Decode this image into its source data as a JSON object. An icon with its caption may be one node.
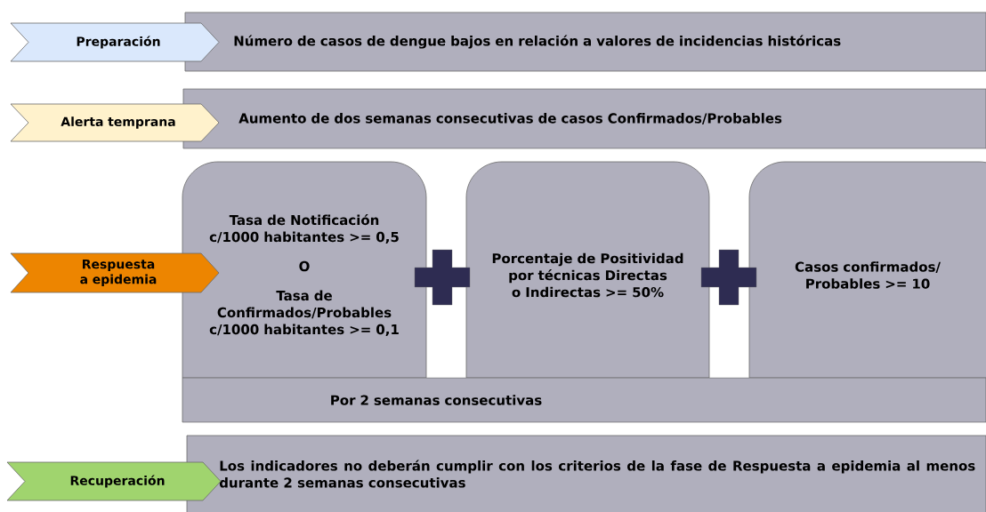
{
  "diagram": {
    "nodes": [
      {
        "text": [
          "Preparación"
        ]
      },
      {
        "text": [
          "Número de casos de dengue bajos en relación a valores de incidencias históricas"
        ]
      },
      {
        "text": [
          "Alerta temprana"
        ]
      },
      {
        "text": [
          "Aumento de dos semanas consecutivas de casos Confirmados/Probables"
        ]
      },
      {
        "text": [
          "Respuesta a epidemia"
        ]
      },
      {
        "text": [
          "Tasa de Notificación c/1000 habitantes >= 0,5",
          "O",
          "Tasa de Confirmados/Probables c/1000 habitantes >= 0,1"
        ]
      },
      {
        "text": [
          "Porcentaje de Positividad por técnicas Directas o Indirectas >= 50%"
        ]
      },
      {
        "text": [
          "Casos confirmados/ Probables >= 10"
        ]
      },
      {
        "text": [
          "Por 2 semanas consecutivas"
        ]
      },
      {
        "text": [
          "Recuperación"
        ]
      },
      {
        "text": [
          "Los indicadores no deberán cumplir con los criterios de la fase de Respuesta a epidemia al menos durante 2 semanas consecutivas"
        ]
      }
    ]
  }
}
